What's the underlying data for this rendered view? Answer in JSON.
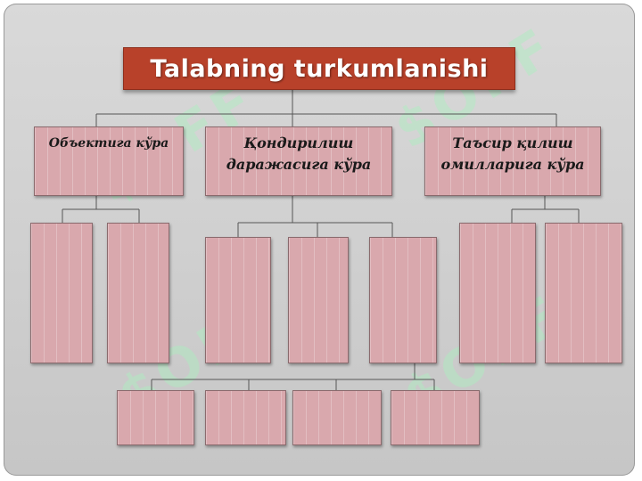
{
  "title": "Talabning turkumlanishi",
  "categories": [
    {
      "label": "Объектига кўра"
    },
    {
      "label": "Қондирилиш даражасига кўра"
    },
    {
      "label": "Таъсир қилиш омилларига кўра"
    }
  ],
  "colors": {
    "title_bg": "#b8412a",
    "title_text": "#ffffff",
    "box_fill": "#d9a8ad",
    "background": "#d4d4d4"
  }
}
